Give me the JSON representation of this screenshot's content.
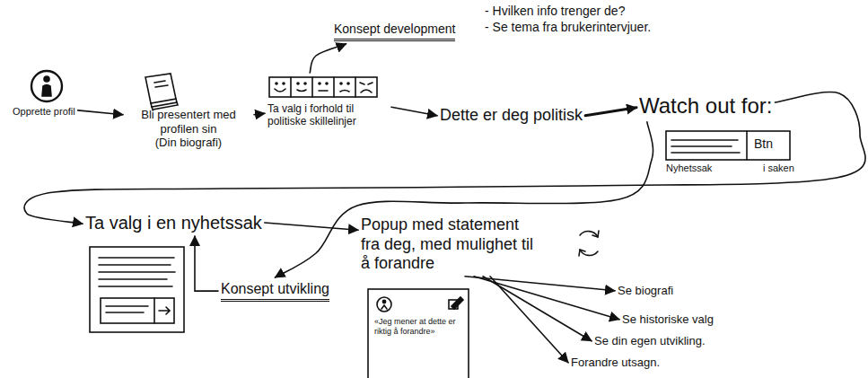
{
  "diagram": {
    "nodes": [
      {
        "text": [
          "Opprette profil"
        ]
      },
      {
        "text": [
          "Bli presentert med profilen sin",
          "(Din biografi)"
        ]
      },
      {
        "text": [
          "Ta valg i forhold til politiske skillelinjer"
        ]
      },
      {
        "text": [
          "Konsept development"
        ]
      },
      {
        "text": [
          "Dette er deg politisk"
        ]
      },
      {
        "text": [
          "Watch out for:"
        ]
      },
      {
        "text": [
          "Ta valg i en nyhetssak"
        ]
      },
      {
        "text": [
          "Konsept utvikling"
        ]
      },
      {
        "text": [
          "Popup med statement fra deg, med mulighet til å forandre"
        ]
      },
      {
        "text": [
          "Se biografi"
        ]
      },
      {
        "text": [
          "Se historiske valg"
        ]
      },
      {
        "text": [
          "Se din egen utvikling."
        ]
      },
      {
        "text": [
          "Forandre utsagn."
        ]
      }
    ],
    "edges": [
      {
        "from": 0,
        "to": 1,
        "arrow": "to"
      },
      {
        "from": 1,
        "to": 2,
        "arrow": "to"
      },
      {
        "from": 2,
        "to": 3,
        "arrow": "to"
      },
      {
        "from": 2,
        "to": 4,
        "arrow": "to"
      },
      {
        "from": 4,
        "to": 5,
        "arrow": "to"
      },
      {
        "from": 5,
        "to": 6,
        "arrow": "to"
      },
      {
        "from": 5,
        "to": 7,
        "arrow": "to"
      },
      {
        "from": 7,
        "to": 6,
        "arrow": "to"
      },
      {
        "from": 6,
        "to": 8,
        "arrow": "to"
      },
      {
        "from": 8,
        "to": 9,
        "arrow": "to"
      },
      {
        "from": 8,
        "to": 10,
        "arrow": "to"
      },
      {
        "from": 8,
        "to": 11,
        "arrow": "to"
      },
      {
        "from": 8,
        "to": 12,
        "arrow": "to"
      }
    ],
    "labels": [
      "- Hvilken info trenger de?",
      "- Se tema fra brukerintervjuer.",
      "Btn",
      "Nyhetssak",
      "i saken",
      "«Jeg mener at dette er riktig å forandre»"
    ]
  }
}
